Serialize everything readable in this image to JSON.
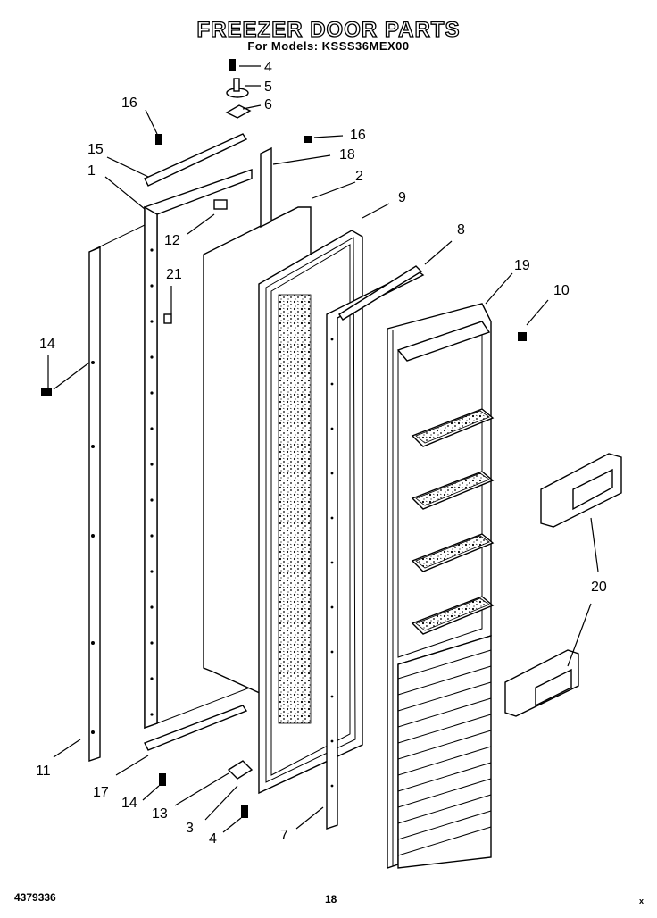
{
  "title": "FREEZER DOOR PARTS",
  "subtitle": "For Models: KSSS36MEX00",
  "footer": {
    "doc_number": "4379336",
    "page_number": "18",
    "mark": "x"
  },
  "callouts": [
    "1",
    "2",
    "3",
    "4",
    "4",
    "5",
    "6",
    "7",
    "8",
    "9",
    "10",
    "11",
    "12",
    "13",
    "14",
    "14",
    "15",
    "16",
    "16",
    "17",
    "18",
    "19",
    "20",
    "21"
  ]
}
